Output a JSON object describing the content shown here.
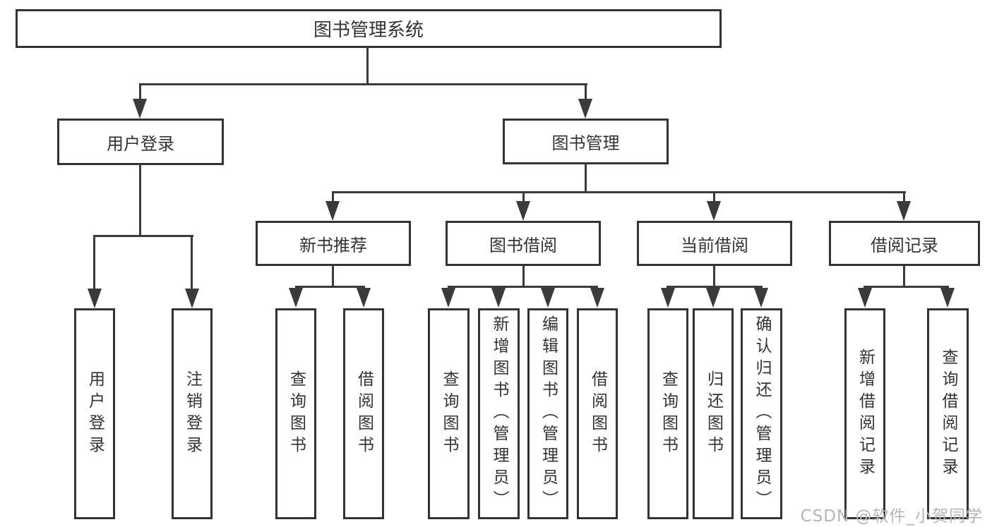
{
  "colors": {
    "line": "#3a3a3a",
    "box_border": "#333333",
    "text": "#333333",
    "watermark_text_color": "#b4b4bc",
    "background": "#ffffff"
  },
  "watermark": {
    "text": "CSDN @软件_小贺同学"
  },
  "tree": {
    "root": {
      "label": "图书管理系统"
    },
    "branches": [
      {
        "label": "用户登录",
        "children": [
          {
            "label": "用户登录"
          },
          {
            "label": "注销登录"
          }
        ]
      },
      {
        "label": "图书管理",
        "children": [
          {
            "label": "新书推荐",
            "children": [
              {
                "label": "查询图书"
              },
              {
                "label": "借阅图书"
              }
            ]
          },
          {
            "label": "图书借阅",
            "children": [
              {
                "label": "查询图书"
              },
              {
                "label": "新增图书（管理员）"
              },
              {
                "label": "编辑图书（管理员）"
              },
              {
                "label": "借阅图书"
              }
            ]
          },
          {
            "label": "当前借阅",
            "children": [
              {
                "label": "查询图书"
              },
              {
                "label": "归还图书"
              },
              {
                "label": "确认归还（管理员）"
              }
            ]
          },
          {
            "label": "借阅记录",
            "children": [
              {
                "label": "新增借阅记录"
              },
              {
                "label": "查询借阅记录"
              }
            ]
          }
        ]
      }
    ]
  }
}
